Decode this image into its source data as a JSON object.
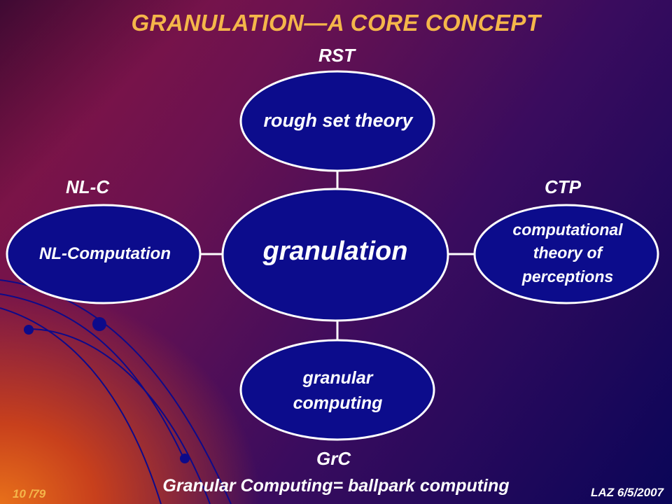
{
  "title": "GRANULATION—A CORE CONCEPT",
  "labels": {
    "top": "RST",
    "left": "NL-C",
    "right": "CTP",
    "bottom": "GrC"
  },
  "nodes": {
    "center": "granulation",
    "top": "rough set theory",
    "left": "NL-Computation",
    "right": [
      "computational",
      "theory of",
      "perceptions"
    ],
    "bottom": [
      "granular",
      "computing"
    ]
  },
  "footer": "Granular Computing= ballpark computing",
  "page": "10 /79",
  "signature": "LAZ  6/5/2007",
  "colors": {
    "title": "#f4b64a",
    "ellipse_fill": "#0c0c8c",
    "ellipse_stroke": "#ffffff",
    "text": "#ffffff"
  }
}
